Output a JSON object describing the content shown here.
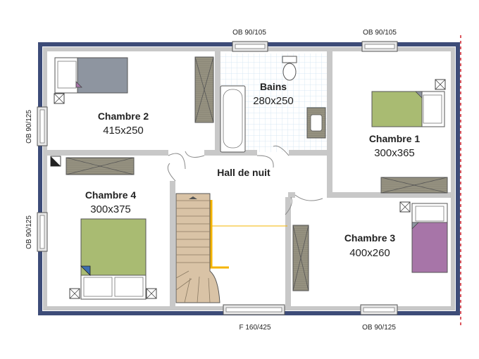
{
  "plan": {
    "rooms": [
      {
        "id": "chambre2",
        "name": "Chambre 2",
        "dimensions": "415x250"
      },
      {
        "id": "bains",
        "name": "Bains",
        "dimensions": "280x250"
      },
      {
        "id": "chambre1",
        "name": "Chambre 1",
        "dimensions": "300x365"
      },
      {
        "id": "chambre4",
        "name": "Chambre 4",
        "dimensions": "300x375"
      },
      {
        "id": "chambre3",
        "name": "Chambre 3",
        "dimensions": "400x260"
      }
    ],
    "hall": {
      "name": "Hall de nuit"
    },
    "openings": [
      {
        "id": "top-left",
        "label": "OB 90/105"
      },
      {
        "id": "top-right",
        "label": "OB 90/105"
      },
      {
        "id": "left-top",
        "label": "OB 90/125"
      },
      {
        "id": "left-bottom",
        "label": "OB 90/125"
      },
      {
        "id": "bottom-center",
        "label": "F 160/425"
      },
      {
        "id": "bottom-right",
        "label": "OB 90/125"
      }
    ]
  },
  "colors": {
    "outer_wall": "#3d4c78",
    "inner_wall": "#c8c8c8",
    "bed_green": "#a9bb72",
    "bed_grey": "#8e95a0",
    "bed_purple": "#a775a8",
    "tile": "#d5e8f3",
    "closet": "#8d8979",
    "stair": "#d9c3a6",
    "handrail": "#f5b400",
    "property_line": "#d0202a"
  }
}
